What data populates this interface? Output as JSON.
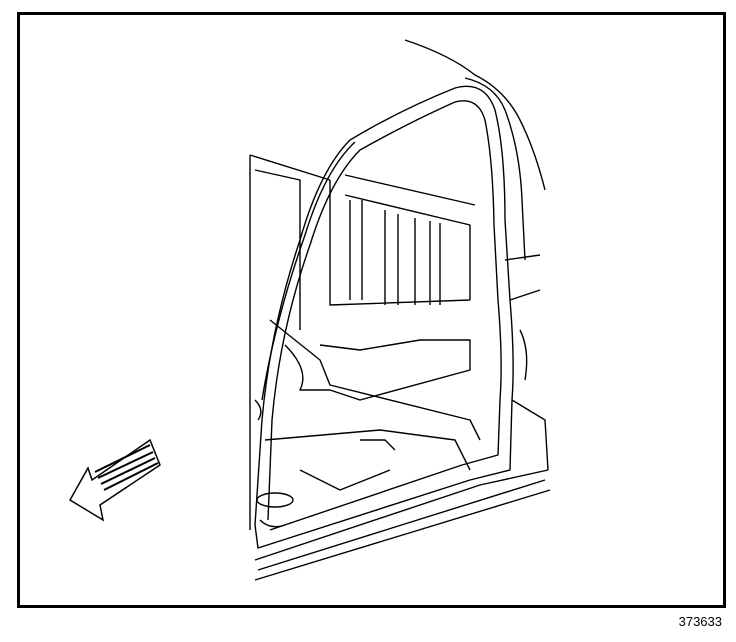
{
  "figure": {
    "number": "373633",
    "subject": "door-opening-weatherstrip-illustration",
    "arrow_direction": "forward"
  }
}
